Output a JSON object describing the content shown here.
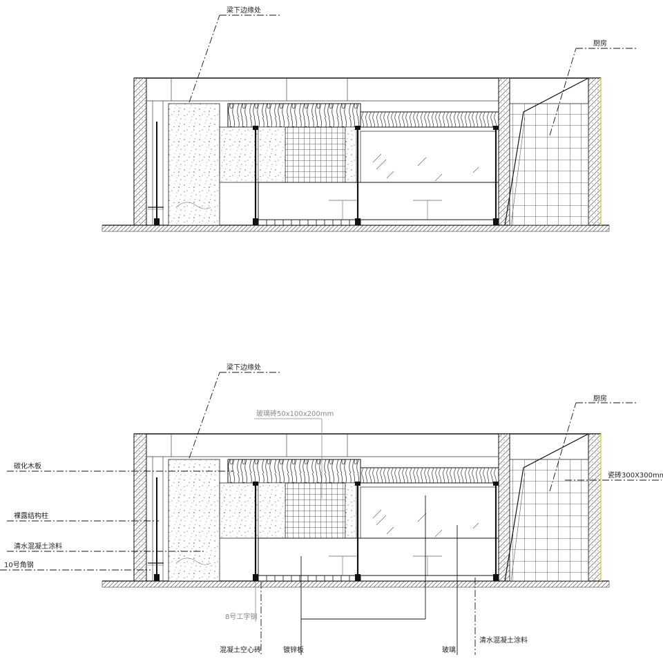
{
  "upper": {
    "beam_edge": "梁下边缘处",
    "kitchen": "厨房"
  },
  "lower": {
    "beam_edge": "梁下边缘处",
    "kitchen": "厨房",
    "glass_block": "玻璃砖50x100x200mm",
    "carbonized_wood": "碳化木板",
    "exposed_column": "裸露结构柱",
    "fair_faced_paint_left": "清水混凝土涂料",
    "angle_steel": "10号角钢",
    "tile": "瓷砖300X300mm",
    "i_beam": "8号工字钢",
    "hollow_brick": "混凝土空心砖",
    "galvanized_plate": "镀锌板",
    "glass": "玻璃",
    "fair_faced_paint_bottom": "清水混凝土涂料"
  }
}
